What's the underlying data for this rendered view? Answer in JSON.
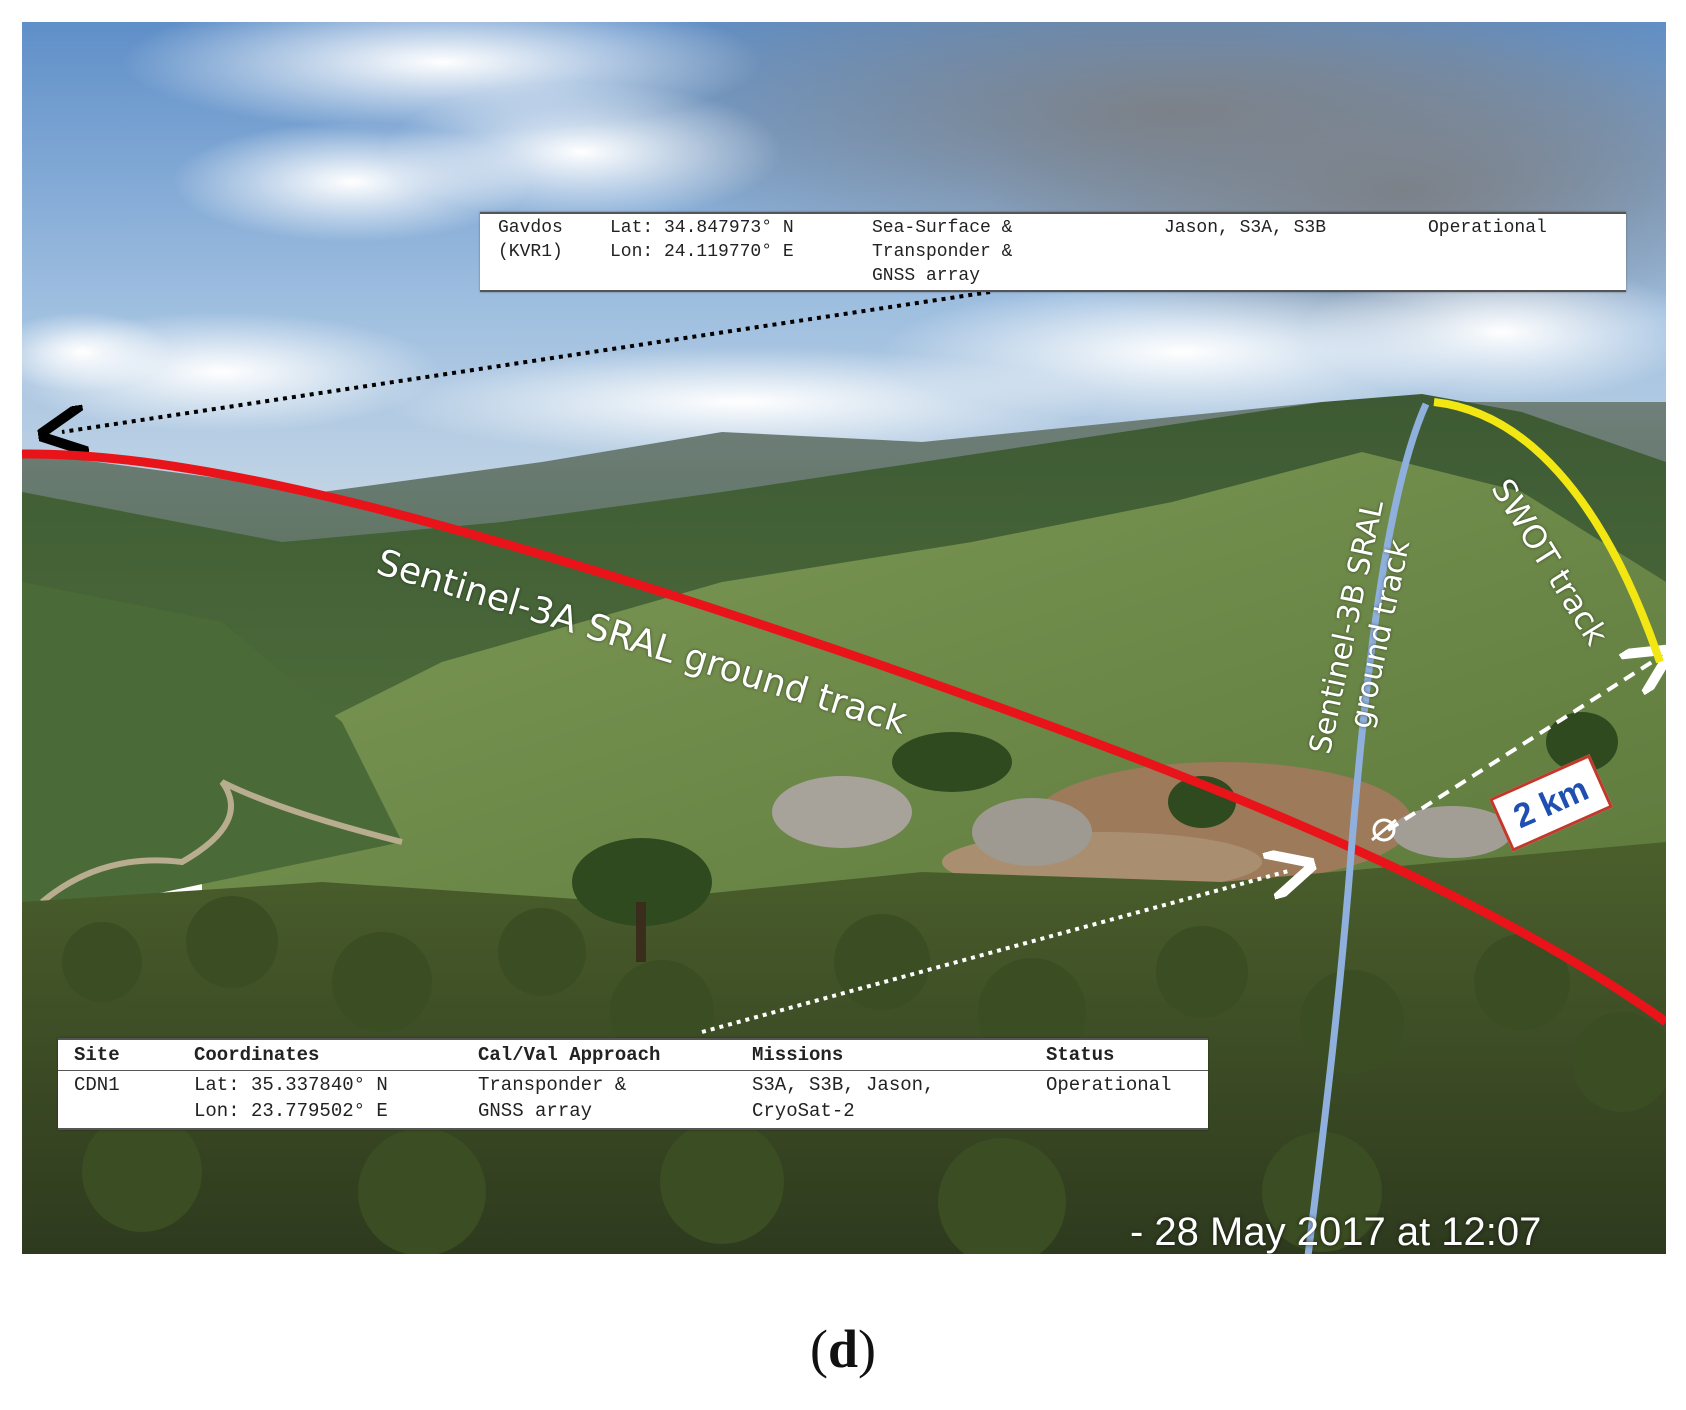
{
  "photo": {
    "colors": {
      "s3a_track": "#e8141a",
      "s3b_track": "#8fb0dc",
      "swot_track": "#f3e713",
      "badge_border": "#c0392b",
      "badge_text": "#1f4fb0"
    },
    "labels": {
      "s3a": "Sentinel-3A SRAL ground track",
      "s3b_line1": "Sentinel-3B SRAL",
      "s3b_line2": "ground track",
      "swot": "SWOT track",
      "distance": "2 km"
    },
    "timestamp": "- 28 May 2017 at 12:07"
  },
  "table_top": {
    "site_line1": "Gavdos",
    "site_line2": "(KVR1)",
    "lat": "Lat: 34.847973° N",
    "lon": "Lon: 24.119770° E",
    "approach_line1": "Sea-Surface &",
    "approach_line2": "Transponder &",
    "approach_line3": "GNSS array",
    "missions": "Jason, S3A, S3B",
    "status": "Operational"
  },
  "table_bottom": {
    "headers": {
      "site": "Site",
      "coordinates": "Coordinates",
      "approach": "Cal/Val Approach",
      "missions": "Missions",
      "status": "Status"
    },
    "row": {
      "site": "CDN1",
      "lat": "Lat: 35.337840° N",
      "lon": "Lon: 23.779502° E",
      "approach_line1": "Transponder &",
      "approach_line2": "GNSS array",
      "missions_line1": "S3A, S3B, Jason,",
      "missions_line2": "CryoSat-2",
      "status": "Operational"
    }
  },
  "caption": {
    "open": "(",
    "letter": "d",
    "close": ")"
  }
}
